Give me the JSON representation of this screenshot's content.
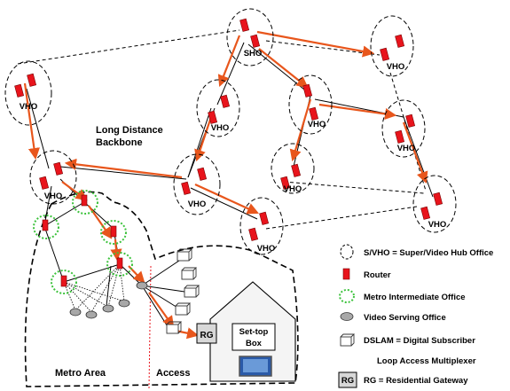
{
  "colors": {
    "router": "#e8141c",
    "router_stroke": "#7a0000",
    "flow": "#e8561c",
    "metro_office": "#3cc23c",
    "vso": "#a8a8a8",
    "link": "#000000"
  },
  "labels": {
    "sho": "SHO",
    "vho": "VHO",
    "backbone_line1": "Long Distance",
    "backbone_line2": "Backbone",
    "metro_area": "Metro Area",
    "access": "Access",
    "rg": "RG",
    "settop_line1": "Set-top",
    "settop_line2": "Box"
  },
  "legend": {
    "hub_office": "S/VHO = Super/Video Hub Office",
    "router": "Router",
    "metro_office": "Metro Intermediate Office",
    "video_serving": "Video Serving Office",
    "dslam_line1": "DSLAM = Digital Subscriber",
    "dslam_line2": "Loop Access Multiplexer",
    "rg_icon": "RG",
    "rg_text": "RG = Residential Gateway"
  },
  "icons": [
    "hub-office-icon",
    "router-icon",
    "metro-office-icon",
    "video-serving-office-icon",
    "dslam-icon",
    "residential-gateway-icon",
    "set-top-box-icon",
    "tv-icon",
    "house-icon"
  ]
}
